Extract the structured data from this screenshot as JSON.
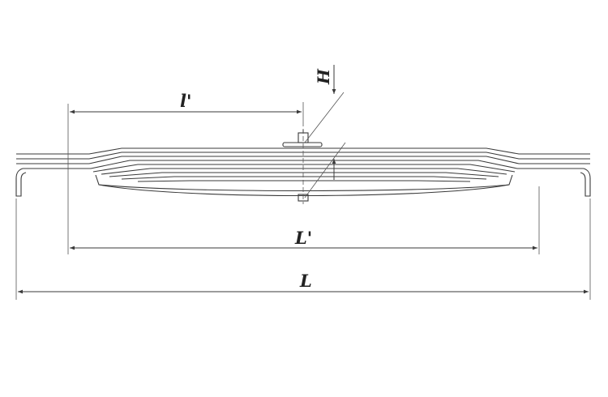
{
  "drawing": {
    "labels": {
      "overall_length": "L",
      "eye_span": "L'",
      "half_span": "l'",
      "height": "H"
    },
    "line_color": "#3a3a3a",
    "background": "#ffffff"
  }
}
